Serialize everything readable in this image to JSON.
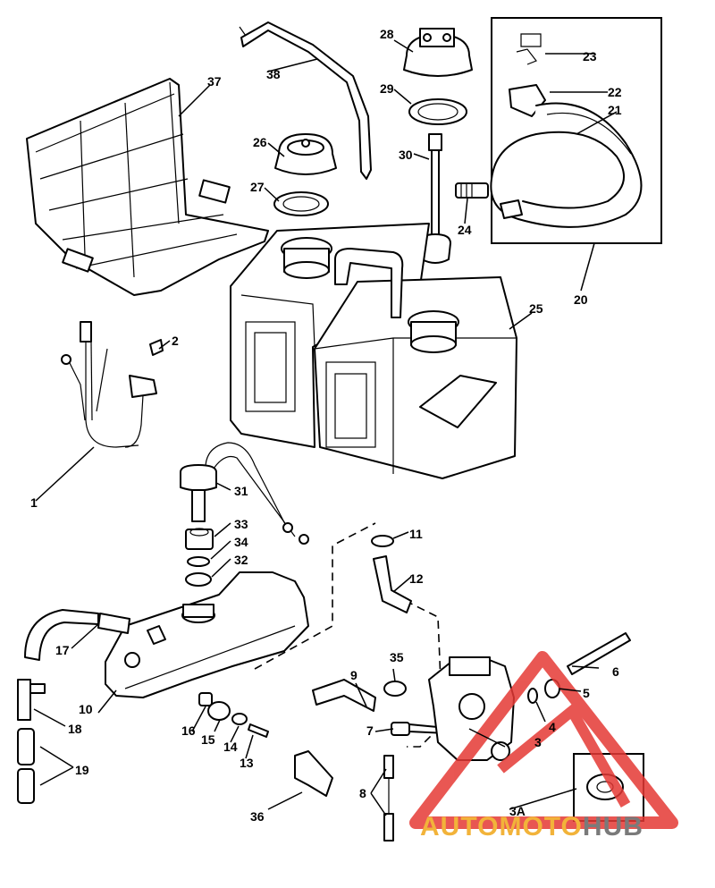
{
  "diagram": {
    "callouts": [
      "1",
      "2",
      "3",
      "3A",
      "4",
      "5",
      "6",
      "7",
      "8",
      "9",
      "10",
      "11",
      "12",
      "13",
      "14",
      "15",
      "16",
      "17",
      "18",
      "19",
      "20",
      "21",
      "22",
      "23",
      "24",
      "25",
      "26",
      "27",
      "28",
      "29",
      "30",
      "31",
      "32",
      "33",
      "34",
      "35",
      "36",
      "37",
      "38"
    ]
  },
  "watermark": {
    "part1": "AUTOMOTO",
    "part2": "HUB",
    "color1": "#f2b33a",
    "color2": "#7a7a7a",
    "triangle_color": "#e53935"
  }
}
